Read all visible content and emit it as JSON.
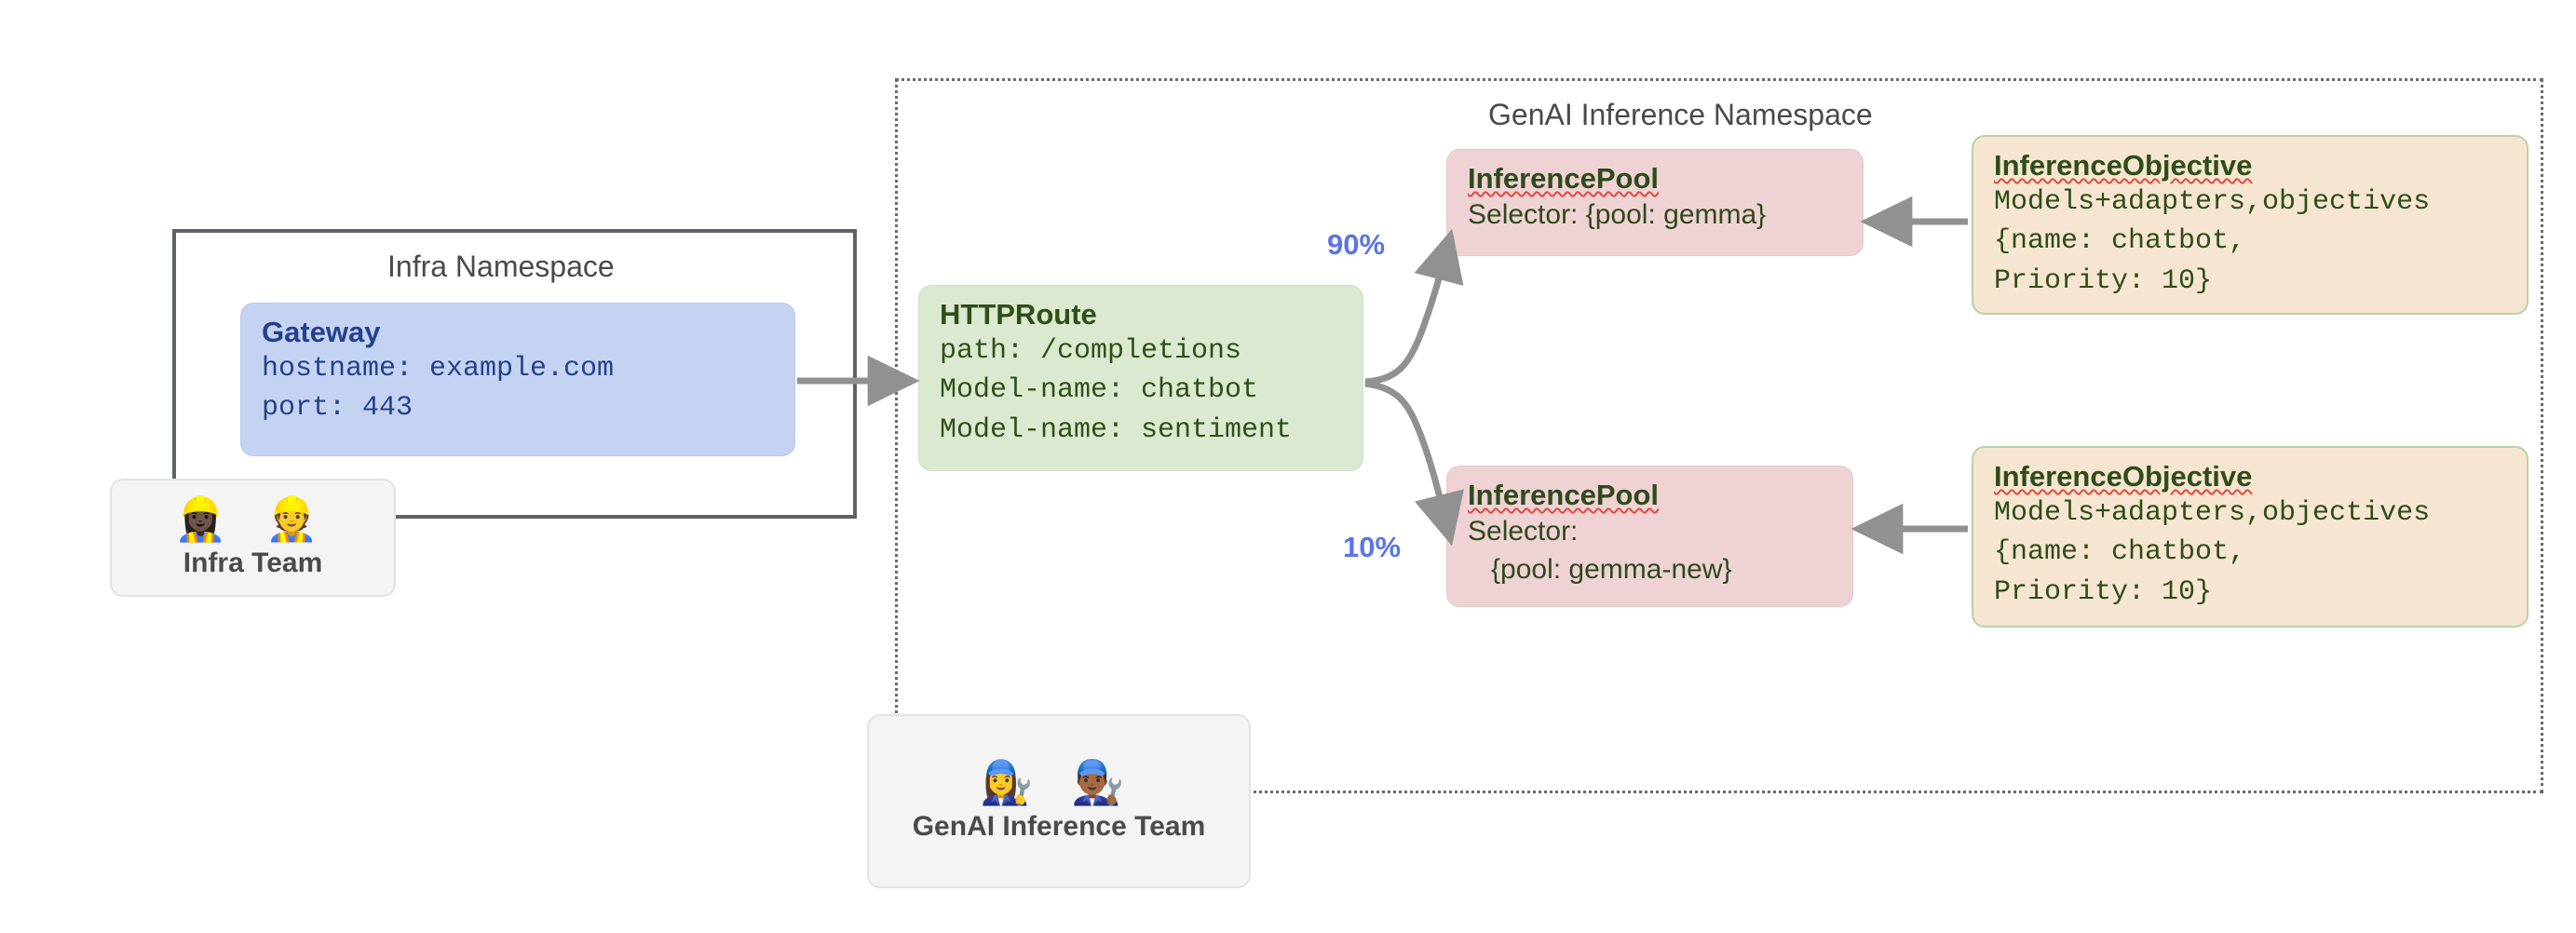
{
  "namespaces": {
    "infra": {
      "title": "Infra Namespace"
    },
    "genai": {
      "title": "GenAI Inference Namespace"
    }
  },
  "gateway": {
    "title": "Gateway",
    "lines": [
      "hostname: example.com",
      "port: 443"
    ]
  },
  "httproute": {
    "title": "HTTPRoute",
    "lines": [
      "path: /completions",
      "Model-name: chatbot",
      "Model-name: sentiment"
    ]
  },
  "pools": [
    {
      "title": "InferencePool",
      "lines": [
        "Selector: {pool: gemma}"
      ],
      "weight": "90%"
    },
    {
      "title": "InferencePool",
      "lines": [
        "Selector:",
        "   {pool: gemma-new}"
      ],
      "weight": "10%"
    }
  ],
  "objectives": [
    {
      "title": "InferenceObjective",
      "lines": [
        "Models+adapters,objectives",
        "{name: chatbot,",
        "Priority: 10}"
      ]
    },
    {
      "title": "InferenceObjective",
      "lines": [
        "Models+adapters,objectives",
        "{name: chatbot,",
        "Priority: 10}"
      ]
    }
  ],
  "teams": [
    {
      "label": "Infra Team",
      "emojis": "👷🏿‍♀️ 👷"
    },
    {
      "label": "GenAI Inference Team",
      "emojis": "👩‍🔧 👨🏾‍🔧"
    }
  ],
  "colors": {
    "gateway_fill": "#c5d3f2",
    "gateway_text": "#25418c",
    "route_fill": "#dbe9d1",
    "route_text": "#2f4f17",
    "pool_fill": "#efd2d4",
    "pool_text": "#2e4a1b",
    "objective_fill": "#f6e6d1",
    "objective_border": "#b8d3a6",
    "arrow": "#919191",
    "weight_text": "#5b74e8",
    "namespace_border": "#6b6b6b"
  }
}
